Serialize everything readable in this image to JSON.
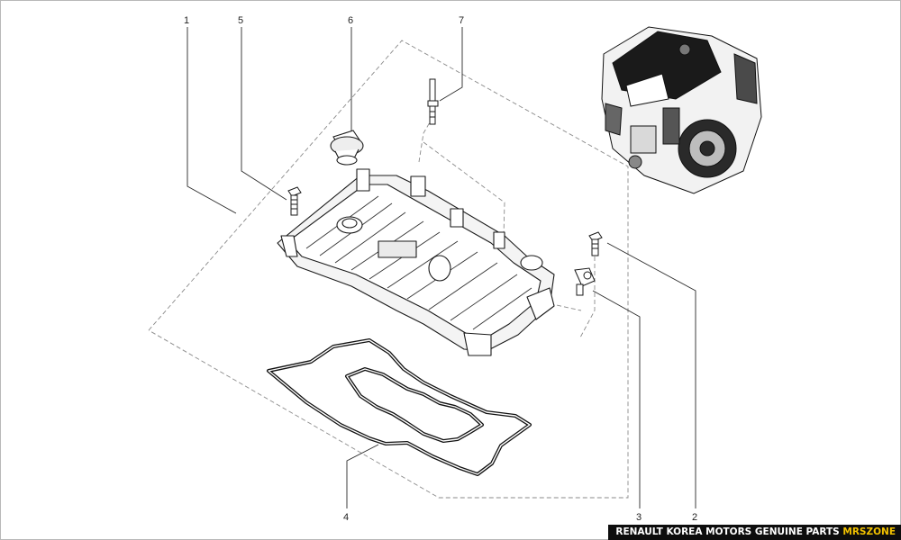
{
  "diagram": {
    "callouts": [
      {
        "id": "1",
        "label": "1"
      },
      {
        "id": "2",
        "label": "2"
      },
      {
        "id": "3",
        "label": "3"
      },
      {
        "id": "4",
        "label": "4"
      },
      {
        "id": "5",
        "label": "5"
      },
      {
        "id": "6",
        "label": "6"
      },
      {
        "id": "7",
        "label": "7"
      }
    ]
  },
  "banner": {
    "text": "RENAULT KOREA MOTORS GENUINE PARTS",
    "accent": "MRSZONE",
    "background": "#0d0d0d",
    "accent_color": "#f2c200"
  }
}
